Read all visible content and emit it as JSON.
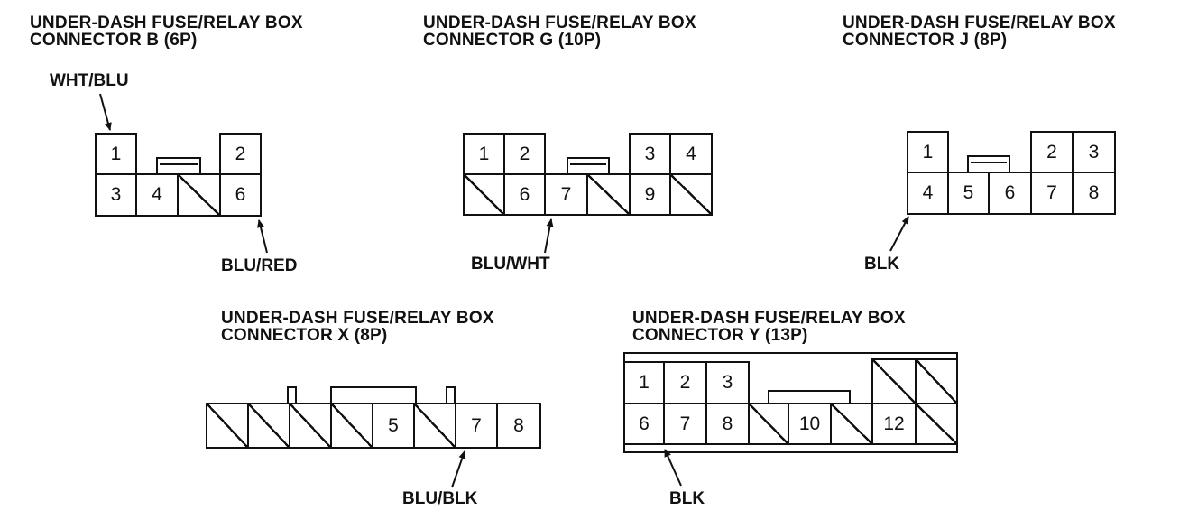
{
  "connectors": [
    {
      "title_line1": "UNDER-DASH FUSE/RELAY BOX",
      "title_line2": "CONNECTOR B (6P)",
      "pins": [
        "1",
        "2",
        "3",
        "4",
        "6"
      ],
      "wires": [
        "WHT/BLU",
        "BLU/RED"
      ]
    },
    {
      "title_line1": "UNDER-DASH FUSE/RELAY BOX",
      "title_line2": "CONNECTOR G (10P)",
      "pins": [
        "1",
        "2",
        "3",
        "4",
        "6",
        "7",
        "9"
      ],
      "wires": [
        "BLU/WHT"
      ]
    },
    {
      "title_line1": "UNDER-DASH FUSE/RELAY BOX",
      "title_line2": "CONNECTOR J (8P)",
      "pins": [
        "1",
        "2",
        "3",
        "4",
        "5",
        "6",
        "7",
        "8"
      ],
      "wires": [
        "BLK"
      ]
    },
    {
      "title_line1": "UNDER-DASH FUSE/RELAY BOX",
      "title_line2": "CONNECTOR X (8P)",
      "pins": [
        "5",
        "7",
        "8"
      ],
      "wires": [
        "BLU/BLK"
      ]
    },
    {
      "title_line1": "UNDER-DASH FUSE/RELAY BOX",
      "title_line2": "CONNECTOR Y (13P)",
      "pins": [
        "1",
        "2",
        "3",
        "6",
        "7",
        "8",
        "10",
        "12"
      ],
      "wires": [
        "BLK"
      ]
    }
  ]
}
